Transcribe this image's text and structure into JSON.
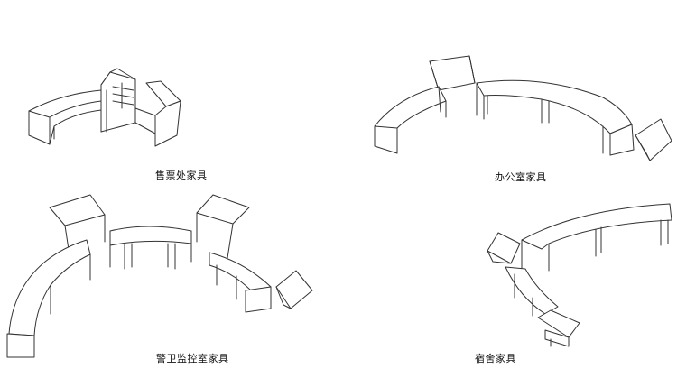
{
  "captions": {
    "ticket_office": "售票处家具",
    "office": "办公室家具",
    "guard_room": "警卫监控室家具",
    "dormitory": "宿舍家具"
  }
}
